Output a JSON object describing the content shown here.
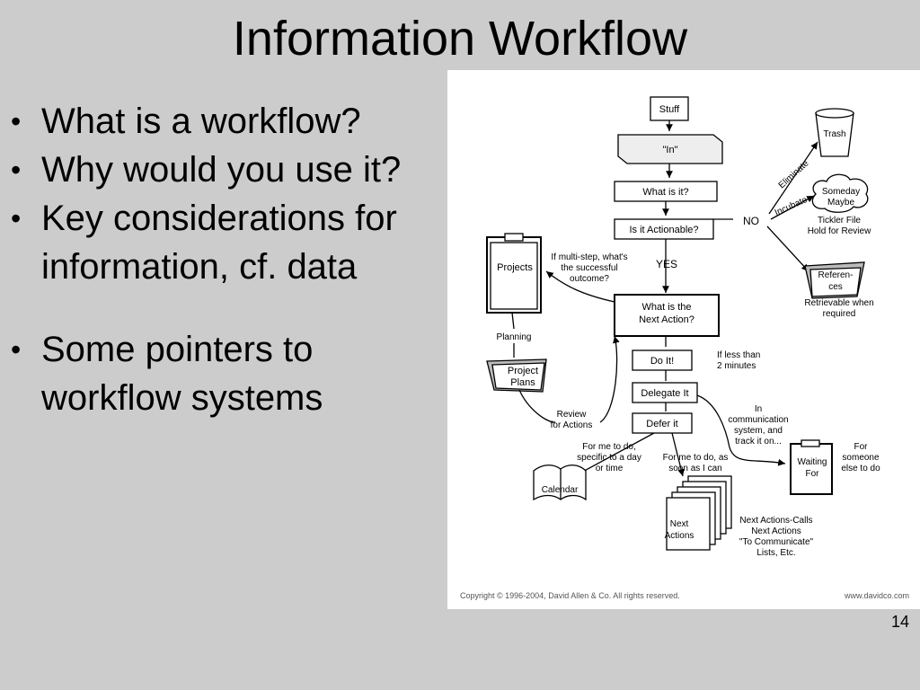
{
  "slide": {
    "title": "Information Workflow",
    "bullets": [
      "What is a workflow?",
      "Why would you use it?",
      "Key considerations for information, cf. data",
      "Some pointers to workflow systems"
    ],
    "page_number": "14"
  },
  "diagram": {
    "stuff": "Stuff",
    "in": "\"In\"",
    "what_is_it": "What is it?",
    "is_actionable": "Is it Actionable?",
    "no": "NO",
    "yes": "YES",
    "trash": "Trash",
    "eliminate": "Eliminate",
    "incubate": "Incubate",
    "someday_maybe_1": "Someday",
    "someday_maybe_2": "Maybe",
    "tickler_1": "Tickler File",
    "tickler_2": "Hold for Review",
    "reference_1": "Referen-",
    "reference_2": "ces",
    "retrievable_1": "Retrievable when",
    "retrievable_2": "required",
    "projects": "Projects",
    "multistep_1": "If multi-step, what's",
    "multistep_2": "the successful",
    "multistep_3": "outcome?",
    "next_action_1": "What is the",
    "next_action_2": "Next Action?",
    "planning": "Planning",
    "project_plans_1": "Project",
    "project_plans_2": "Plans",
    "do_it": "Do It!",
    "less_than_1": "If less than",
    "less_than_2": "2 minutes",
    "delegate_it": "Delegate It",
    "defer_it": "Defer it",
    "review_1": "Review",
    "review_2": "for Actions",
    "in_comm_1": "In",
    "in_comm_2": "communication",
    "in_comm_3": "system, and",
    "in_comm_4": "track it on...",
    "waiting_1": "Waiting",
    "waiting_2": "For",
    "for_someone_1": "For",
    "for_someone_2": "someone",
    "for_someone_3": "else to do",
    "specific_1": "For me to do,",
    "specific_2": "specific to a day",
    "specific_3": "or time",
    "soon_1": "For me to do, as",
    "soon_2": "soon as I can",
    "calendar": "Calendar",
    "next_actions_1": "Next",
    "next_actions_2": "Actions",
    "lists_1": "Next Actions-Calls",
    "lists_2": "Next Actions",
    "lists_3": "\"To Communicate\"",
    "lists_4": "Lists, Etc.",
    "copyright": "Copyright  © 1996-2004, David Allen & Co.  All rights reserved.",
    "website": "www.davidco.com"
  }
}
